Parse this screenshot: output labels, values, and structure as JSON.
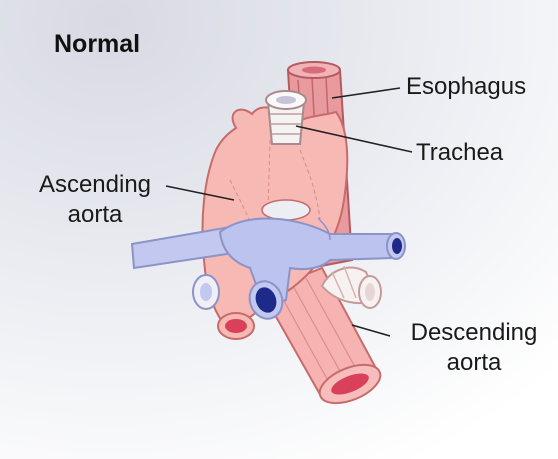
{
  "title": "Normal",
  "labels": {
    "esophagus": "Esophagus",
    "trachea": "Trachea",
    "ascending_aorta": [
      "Ascending",
      "aorta"
    ],
    "descending_aorta": [
      "Descending",
      "aorta"
    ]
  },
  "colors": {
    "background_top": "#dcdde6",
    "background_bottom": "#ffffff",
    "aorta_fill": "#f7b9b4",
    "aorta_stroke": "#c76b6b",
    "aorta_lumen": "#d9415a",
    "venous_fill": "#bcc3ee",
    "venous_lumen": "#1e2a8a",
    "trachea_fill": "#f5f2f2",
    "leader_line": "#222222"
  }
}
